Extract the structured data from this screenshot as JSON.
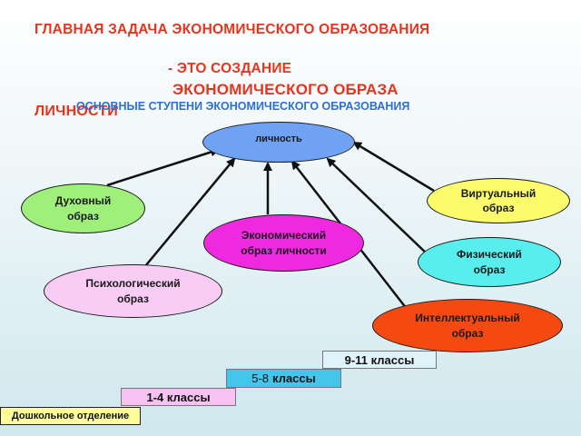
{
  "title": {
    "line1": "ГЛАВНАЯ ЗАДАЧА ЭКОНОМИЧЕСКОГО ОБРАЗОВАНИЯ",
    "line2": "- ЭТО СОЗДАНИЕ",
    "line3": "ЭКОНОМИЧЕСКОГО ОБРАЗА",
    "line4": "ЛИЧНОСТИ"
  },
  "subtitle": "ОСНОВНЫЕ СТУПЕНИ ЭКОНОМИЧЕСКОГО ОБРАЗОВАНИЯ",
  "nodes": {
    "center": "личность",
    "spiritual": "Духовный\nобраз",
    "economic": "Экономический\nобраз личности",
    "psychological": "Психологический\nобраз",
    "virtual": "Виртуальный\nобраз",
    "physical": "Физический\nобраз",
    "intellectual": "Интеллектуальный\nобраз"
  },
  "steps": {
    "preschool": "Дошкольное отделение",
    "grades_1_4": "1-4 классы",
    "grades_5_8_num": "5-8",
    "grades_5_8_word": "классы",
    "grades_9_11": "9-11 классы"
  },
  "colors": {
    "title": "#e8341c",
    "subtitle": "#2f6fd0",
    "center": "#6fa2f2",
    "spiritual": "#9ef07a",
    "economic": "#ef29e0",
    "psychological": "#f9ccf5",
    "virtual": "#fbfb6c",
    "physical": "#59eeee",
    "intellectual": "#f44a12"
  }
}
